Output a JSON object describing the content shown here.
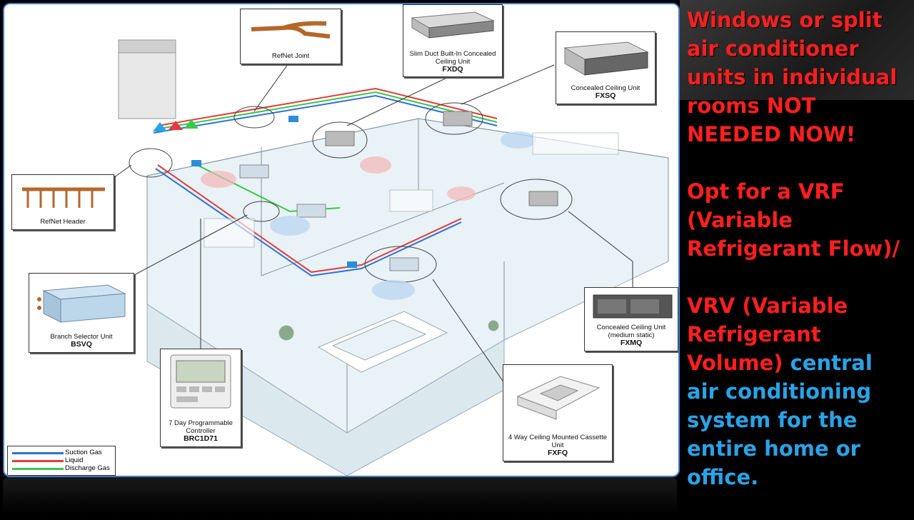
{
  "callouts": {
    "refnet_joint": "RefNet Joint",
    "fxdq": {
      "name": "Slim Duct Built-In Concealed Ceiling Unit",
      "code": "FXDQ"
    },
    "fxsq": {
      "name": "Concealed Ceiling Unit",
      "code": "FXSQ"
    },
    "refnet_header": "RefNet Header",
    "bsvq": {
      "name": "Branch Selector Unit",
      "code": "BSVQ"
    },
    "fxmq": {
      "name": "Concealed Ceiling Unit",
      "sub": "(medium static)",
      "code": "FXMQ"
    },
    "brc": {
      "name": "7 Day Programmable Controller",
      "code": "BRC1D71"
    },
    "fxfq": {
      "name": "4 Way Ceiling Mounted Cassette Unit",
      "code": "FXFQ"
    }
  },
  "legend": [
    {
      "label": "Suction Gas",
      "color": "#2f6fd8"
    },
    {
      "label": "Liquid",
      "color": "#e23b3b"
    },
    {
      "label": "Discharge Gas",
      "color": "#3cc64a"
    }
  ],
  "side_text": {
    "p1": "Windows or split air conditioner units in individual rooms NOT NEEDED NOW!",
    "p2": "Opt for a VRF (Variable Refrigerant Flow)/",
    "p3_red": "VRV (Variable Refrigerant Volume)",
    "p3_blue": " central air conditioning system for the entire home or office."
  },
  "colors": {
    "accent_red": "#ff1f1f",
    "accent_blue": "#2aa3e6",
    "frame": "#3e7cc9"
  }
}
